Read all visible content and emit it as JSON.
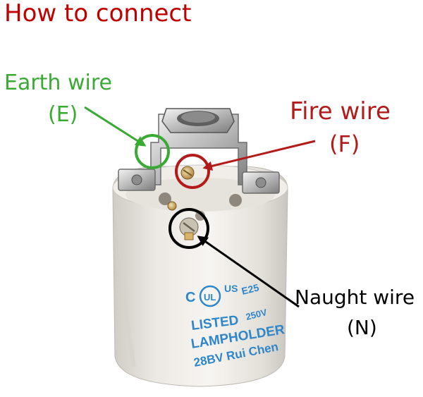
{
  "title": "How to connect",
  "colors": {
    "title": "#c00000",
    "earth": "#3aaa35",
    "fire": "#b31b1b",
    "neutral": "#000000",
    "print": "#2f86c9"
  },
  "wires": {
    "earth": {
      "label": "Earth wire",
      "abbr": "(E)"
    },
    "fire": {
      "label": "Fire wire",
      "abbr": "(F)"
    },
    "neutral": {
      "label": "Naught wire",
      "abbr": "(N)"
    }
  },
  "product_print": {
    "ul_left": "C",
    "ul_right": "US",
    "ul_mark": "UL",
    "code": "E25",
    "listed": "LISTED",
    "rating": "250V",
    "lampholder": "LAMPHOLDER",
    "maker": "28BV Rui Chen"
  }
}
